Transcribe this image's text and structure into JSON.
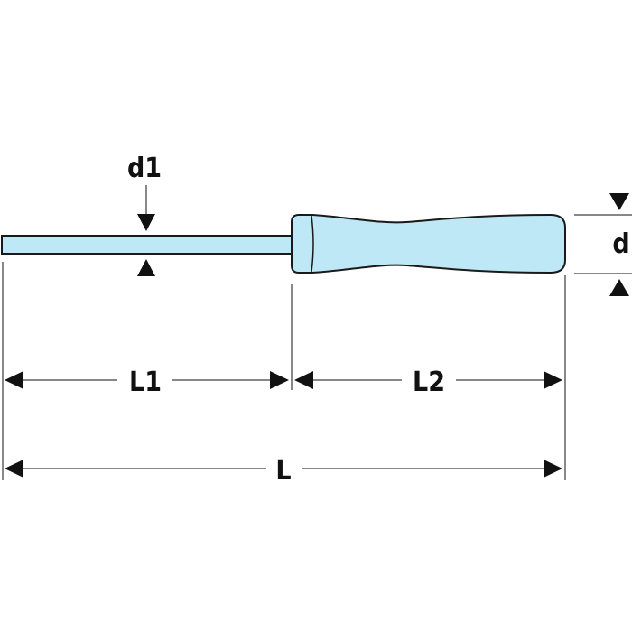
{
  "labels": {
    "d1": "d1",
    "d": "d",
    "L1": "L1",
    "L2": "L2",
    "L": "L"
  },
  "colors": {
    "tool_fill": "#bfe8f6",
    "outline": "#1a1a1a",
    "dimension": "#111111",
    "background": "#ffffff"
  }
}
